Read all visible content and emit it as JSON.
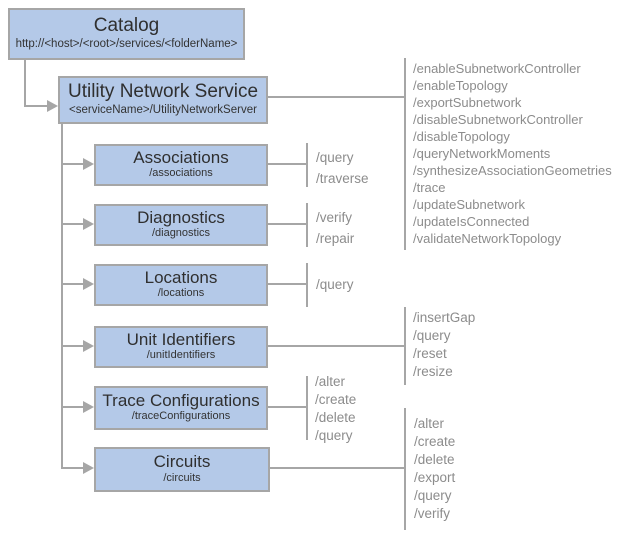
{
  "nodes": {
    "catalog": {
      "title": "Catalog",
      "subtitle": "http://<host>/<root>/services/<folderName>"
    },
    "service": {
      "title": "Utility Network Service",
      "subtitle": "<serviceName>/UtilityNetworkServer"
    },
    "associations": {
      "title": "Associations",
      "subtitle": "/associations"
    },
    "diagnostics": {
      "title": "Diagnostics",
      "subtitle": "/diagnostics"
    },
    "locations": {
      "title": "Locations",
      "subtitle": "/locations"
    },
    "unit_identifiers": {
      "title": "Unit Identifiers",
      "subtitle": "/unitIdentifiers"
    },
    "trace_configurations": {
      "title": "Trace Configurations",
      "subtitle": "/traceConfigurations"
    },
    "circuits": {
      "title": "Circuits",
      "subtitle": "/circuits"
    }
  },
  "operations": {
    "service": [
      "/enableSubnetworkController",
      "/enableTopology",
      "/exportSubnetwork",
      "/disableSubnetworkController",
      "/disableTopology",
      "/queryNetworkMoments",
      "/synthesizeAssociationGeometries",
      "/trace",
      "/updateSubnetwork",
      "/updateIsConnected",
      "/validateNetworkTopology"
    ],
    "associations": [
      "/query",
      "/traverse"
    ],
    "diagnostics": [
      "/verify",
      "/repair"
    ],
    "locations": [
      "/query"
    ],
    "unit_identifiers": [
      "/insertGap",
      "/query",
      "/reset",
      "/resize"
    ],
    "trace_configurations": [
      "/alter",
      "/create",
      "/delete",
      "/query"
    ],
    "circuits": [
      "/alter",
      "/create",
      "/delete",
      "/export",
      "/query",
      "/verify"
    ]
  },
  "colors": {
    "box_fill": "#b4c9e8",
    "box_border": "#a6a6a6",
    "connector": "#a6a6a6",
    "operation_text": "#8c8c8c",
    "box_text": "#2f2f2f"
  }
}
